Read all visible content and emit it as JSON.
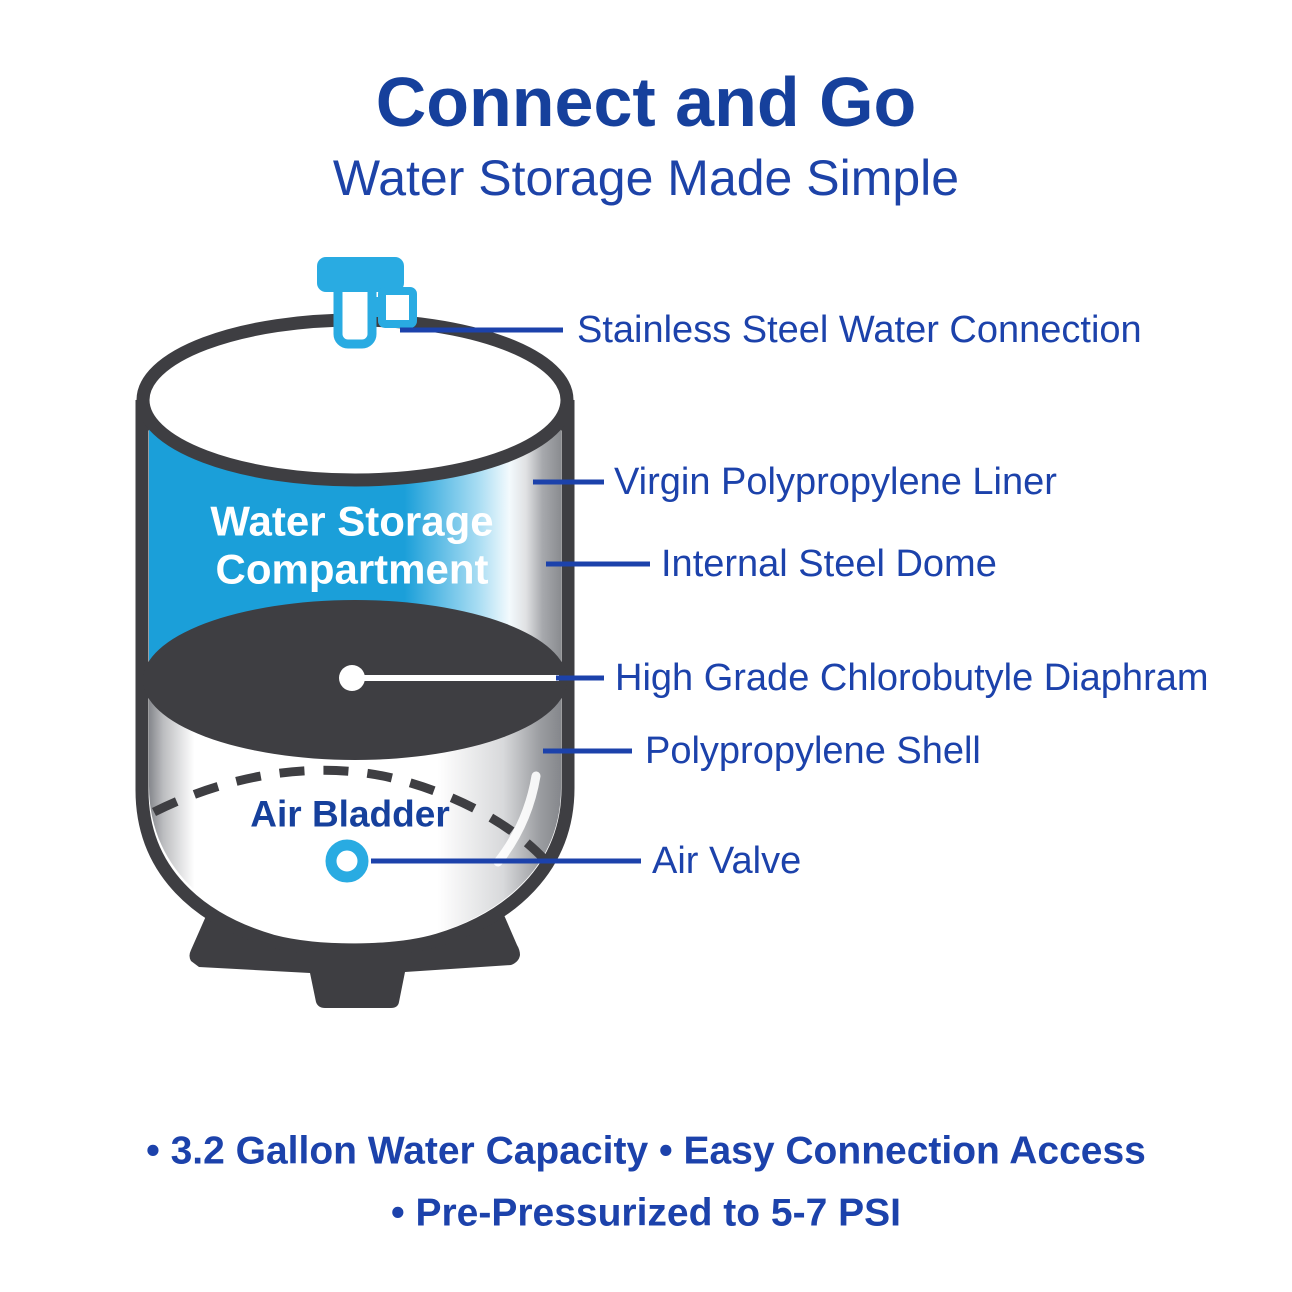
{
  "header": {
    "title": "Connect and Go",
    "subtitle": "Water Storage Made Simple"
  },
  "tank": {
    "compartment_label_line1": "Water Storage",
    "compartment_label_line2": "Compartment",
    "air_bladder_label": "Air Bladder"
  },
  "callouts": {
    "water_connection": "Stainless Steel Water Connection",
    "liner": "Virgin Polypropylene Liner",
    "steel_dome": "Internal Steel Dome",
    "diaphram": "High Grade Chlorobutyle Diaphram",
    "shell": "Polypropylene Shell",
    "air_valve": "Air Valve"
  },
  "features": {
    "line1": "• 3.2 Gallon Water Capacity • Easy Connection Access",
    "line2": "• Pre-Pressurized to 5-7 PSI"
  },
  "colors": {
    "title_blue": "#16409c",
    "callout_blue": "#1c42ab",
    "valve_cyan": "#29abe2",
    "water_band_cyan": "#1b9fd9",
    "charcoal": "#3e3e42"
  }
}
